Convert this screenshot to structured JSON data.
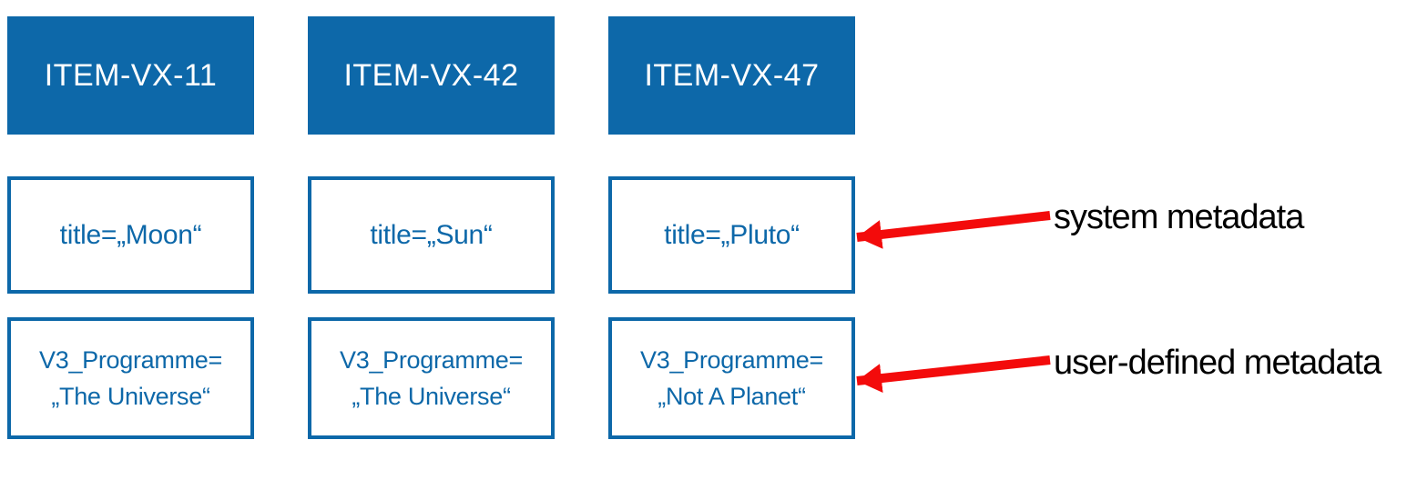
{
  "colors": {
    "box_blue": "#0d68a9",
    "arrow_red": "#f30b0b",
    "label_text": "#000000",
    "header_text": "#ffffff",
    "background": "#ffffff"
  },
  "columns": [
    {
      "item_id": "ITEM-VX-11",
      "system_metadata": "title=„Moon“",
      "user_metadata_lines": [
        "V3_Programme=",
        "„The Universe“"
      ]
    },
    {
      "item_id": "ITEM-VX-42",
      "system_metadata": "title=„Sun“",
      "user_metadata_lines": [
        "V3_Programme=",
        "„The Universe“"
      ]
    },
    {
      "item_id": "ITEM-VX-47",
      "system_metadata": "title=„Pluto“",
      "user_metadata_lines": [
        "V3_Programme=",
        "„Not A Planet“"
      ]
    }
  ],
  "annotations": {
    "system_label": "system metadata",
    "user_label": "user-defined metadata"
  }
}
